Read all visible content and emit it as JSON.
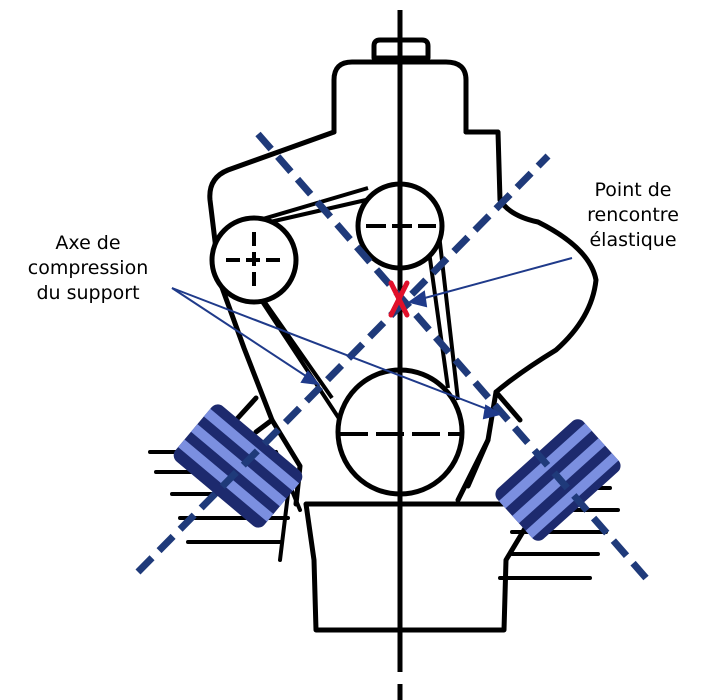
{
  "labels": {
    "compression_axis": [
      "Axe de",
      "compression",
      "du support"
    ],
    "meeting_point": [
      "Point de",
      "rencontre",
      "élastique"
    ]
  },
  "colors": {
    "outline": "#000000",
    "axis_dashed": "#1f3a7a",
    "leader_line": "#1f3a8a",
    "meeting_mark": "#e0102a",
    "mount_pad": "#3a4fa6",
    "mount_pad_light": "#9fb0e6"
  }
}
